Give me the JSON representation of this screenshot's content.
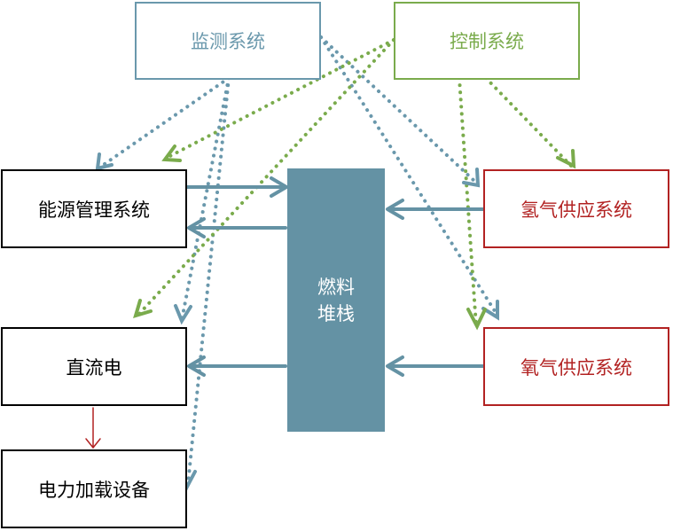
{
  "nodes": {
    "monitor": "监测系统",
    "control": "控制系统",
    "energy": "能源管理系统",
    "dc": "直流电",
    "load": "电力加载设备",
    "h2": "氢气供应系统",
    "o2": "氧气供应系统",
    "stack_line1": "燃料",
    "stack_line2": "堆栈"
  },
  "colors": {
    "monitor": "#6a98ac",
    "control": "#7aab4c",
    "supply": "#b22222",
    "stack": "#6492a4",
    "flow_arrow": "#6492a4",
    "dc_to_load_arrow": "#b22222"
  },
  "edges": [
    {
      "from": "monitor",
      "to": "energy",
      "style": "dotted"
    },
    {
      "from": "monitor",
      "to": "dc",
      "style": "dotted"
    },
    {
      "from": "monitor",
      "to": "load",
      "style": "dotted"
    },
    {
      "from": "monitor",
      "to": "h2",
      "style": "dotted"
    },
    {
      "from": "monitor",
      "to": "o2",
      "style": "dotted"
    },
    {
      "from": "control",
      "to": "energy",
      "style": "dotted"
    },
    {
      "from": "control",
      "to": "dc",
      "style": "dotted"
    },
    {
      "from": "control",
      "to": "h2",
      "style": "dotted"
    },
    {
      "from": "control",
      "to": "o2",
      "style": "dotted"
    },
    {
      "from": "energy",
      "to": "stack",
      "style": "solid"
    },
    {
      "from": "stack",
      "to": "energy",
      "style": "solid"
    },
    {
      "from": "h2",
      "to": "stack",
      "style": "solid"
    },
    {
      "from": "o2",
      "to": "stack",
      "style": "solid"
    },
    {
      "from": "stack",
      "to": "dc",
      "style": "solid"
    },
    {
      "from": "dc",
      "to": "load",
      "style": "solid"
    }
  ]
}
